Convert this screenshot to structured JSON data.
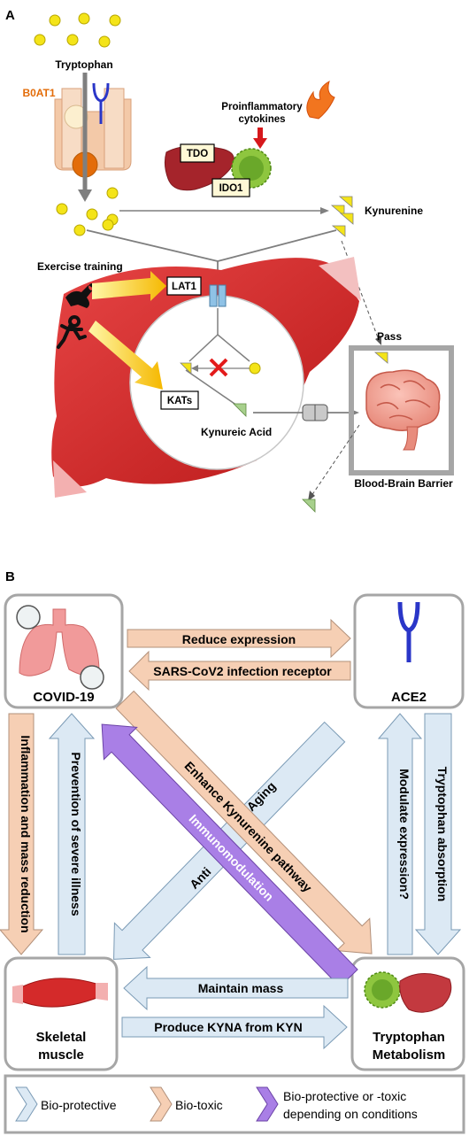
{
  "panel_a": {
    "letter": "A",
    "tryptophan": "Tryptophan",
    "b0at1": "B0AT1",
    "proinflammatory_line1": "Proinflammatory",
    "proinflammatory_line2": "cytokines",
    "tdo": "TDO",
    "ido1": "IDO1",
    "kynurenine": "Kynurenine",
    "exercise_training": "Exercise training",
    "lat1": "LAT1",
    "pass": "Pass",
    "kats": "KATs",
    "kynurenic_acid": "Kynureic Acid",
    "bbb": "Blood-Brain Barrier"
  },
  "panel_b": {
    "letter": "B",
    "nodes": {
      "covid": "COVID-19",
      "ace2": "ACE2",
      "skeletal_line1": "Skeletal",
      "skeletal_line2": "muscle",
      "trp_line1": "Tryptophan",
      "trp_line2": "Metabolism"
    },
    "arrows": {
      "reduce_expression": "Reduce expression",
      "sars_receptor": "SARS-CoV2 infection receptor",
      "inflammation": "Inflammation and mass reduction",
      "prevention": "Prevention of severe illness",
      "enhance_kynurenine": "Enhance Kynurenine pathway",
      "immunomodulation": "Immunomodulation",
      "aging": "Aging",
      "anti": "Anti",
      "modulate_expression": "Modulate expression?",
      "tryptophan_absorption": "Tryptophan absorption",
      "maintain_mass": "Maintain mass",
      "produce_kyna": "Produce KYNA from KYN"
    },
    "legend": {
      "protective": "Bio-protective",
      "toxic": "Bio-toxic",
      "conditional_line1": "Bio-protective or -toxic",
      "conditional_line2": "depending on conditions"
    }
  },
  "colors": {
    "protective_fill": "#dce9f4",
    "toxic_fill": "#f6cfb4",
    "conditional_fill": "#a97fe6",
    "muscle_red": "#d42a2a",
    "yellow": "#f4e419",
    "frame_gray": "#a6a6a6"
  }
}
